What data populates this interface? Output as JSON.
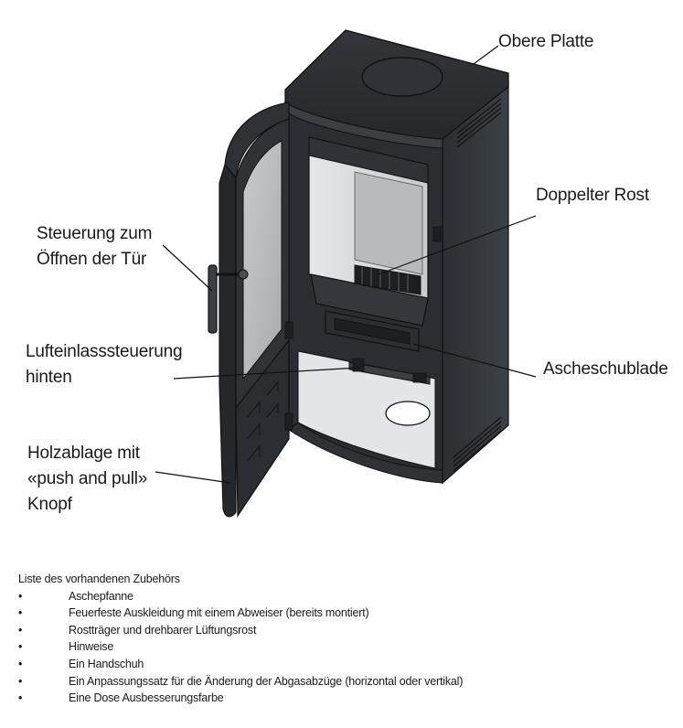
{
  "labels": {
    "top_plate": [
      "Obere Platte"
    ],
    "double_grate": [
      "Doppelter Rost"
    ],
    "door_control": [
      "Steuerung zum",
      "Öffnen der Tür"
    ],
    "air_inlet": [
      "Lufteinlasssteuerung",
      "hinten"
    ],
    "ash_drawer": [
      "Ascheschublade"
    ],
    "wood_storage": [
      "Holzablage mit",
      "«push and pull»",
      "Knopf"
    ]
  },
  "accessories": {
    "title": "Liste des vorhandenen Zubehörs",
    "bullet": "•",
    "items": [
      "Aschepfanne",
      "Feuerfeste Auskleidung mit einem Abweiser (bereits montiert)",
      "Rostträger und drehbarer Lüftungsrost",
      "Hinweise",
      "Ein Handschuh",
      "Ein Anpassungssatz für die Änderung der Abgasabzüge (horizontal oder vertikal)",
      "Eine Dose Ausbesserungsfarbe"
    ]
  },
  "colors": {
    "stove_body": "#2e3236",
    "stove_dark": "#1c1f22",
    "stove_light": "#4a4f54",
    "glass": "#b9bcbf",
    "interior": "#d9dadb",
    "line": "#111111"
  }
}
